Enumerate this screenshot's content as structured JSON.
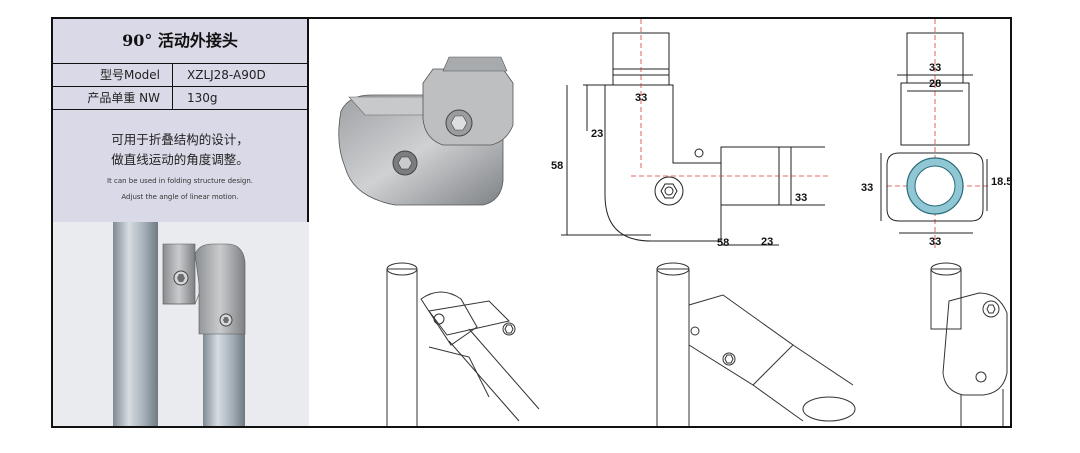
{
  "spec": {
    "title": "90° 活动外接头",
    "model_label": "型号Model",
    "model_value": "XZLJ28-A90D",
    "weight_label": "产品单重 NW",
    "weight_value": "130g",
    "desc_cn_1": "可用于折叠结构的设计，",
    "desc_cn_2": "做直线运动的角度调整。",
    "desc_en_1": "It can be used in folding structure design.",
    "desc_en_2": "Adjust the angle of linear motion."
  },
  "drawing": {
    "dims": {
      "d33_top_side": "33",
      "d23_side": "23",
      "d58_side": "58",
      "d33_right_side": "33",
      "d23_bottom_side": "23",
      "d58_bottom_side": "58",
      "d33_top_end": "33",
      "d28_end": "28",
      "d18_5_end": "18.5",
      "d33_left_end": "33",
      "d33_bottom_end": "33"
    }
  },
  "colors": {
    "metal": "#b9bcc0",
    "tube": "#9aa6b0",
    "frame": "#111111",
    "panel": "#dad9e7",
    "profile": "#8fc7d4",
    "centerline": "#e03a3a"
  }
}
